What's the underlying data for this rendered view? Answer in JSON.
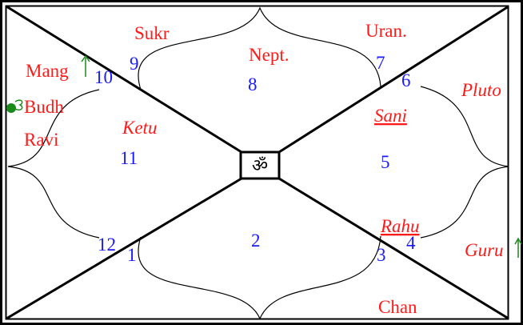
{
  "chart": {
    "center_symbol": "ॐ",
    "house_numbers": [
      "1",
      "2",
      "3",
      "4",
      "5",
      "6",
      "7",
      "8",
      "9",
      "10",
      "11",
      "12"
    ],
    "planets": {
      "sukr": "Sukr",
      "uran": "Uran.",
      "mang": "Mang",
      "budh": "Budh",
      "ravi": "Ravi",
      "nept": "Nept.",
      "ketu": "Ketu",
      "pluto": "Pluto",
      "sani": "Sani",
      "rahu": "Rahu",
      "guru": "Guru",
      "chan": "Chan"
    },
    "colors": {
      "house_number": "#1a1aff",
      "planet": "#ff1a1a",
      "marker": "#1a8a1a",
      "lines": "#000000"
    },
    "markers": {
      "mang": "retrograde-arrow",
      "budh": "combust-symbol",
      "guru": "retrograde-arrow"
    }
  }
}
